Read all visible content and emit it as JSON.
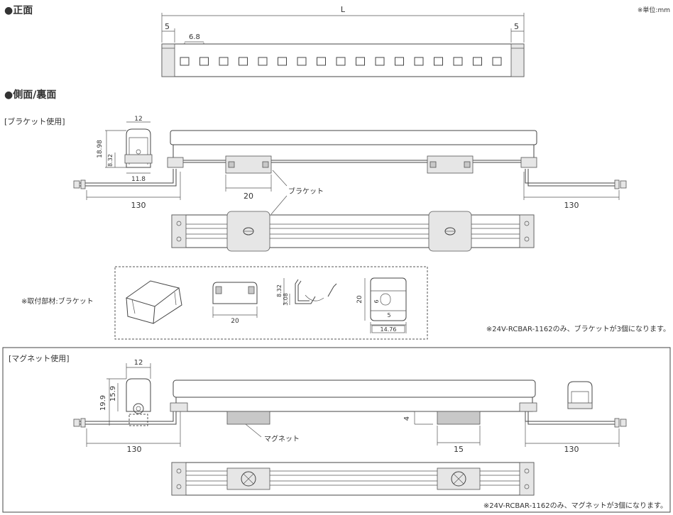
{
  "front": {
    "heading": "●正面",
    "unit_note": "※単位:mm",
    "dim_L": "L",
    "dim_left": "5",
    "dim_right": "5",
    "dim_pitch": "6.8"
  },
  "side": {
    "heading": "●側面/裏面"
  },
  "bracket_section": {
    "label": "[ブラケット使用]",
    "dim_width_top": "12",
    "dim_height": "18.98",
    "dim_inner": "8.32",
    "dim_width_bottom": "11.8",
    "dim_cable_left": "130",
    "dim_cable_right": "130",
    "dim_bracket_width": "20",
    "callout": "ブラケット"
  },
  "accessory": {
    "label": "※取付部材:ブラケット",
    "dim_front_width": "20",
    "dim_side_h1": "8.32",
    "dim_side_h2": "3.08",
    "dim_top_h": "20",
    "dim_hole": "6",
    "dim_hole_off": "5",
    "dim_top_w": "14.76"
  },
  "bracket_note": "※24V-RCBAR-1162のみ、ブラケットが3個になります。",
  "magnet_section": {
    "label": "[マグネット使用]",
    "dim_width_top": "12",
    "dim_height": "19.9",
    "dim_inner": "15.9",
    "dim_cable_left": "130",
    "dim_cable_right": "130",
    "dim_magnet_width": "15",
    "dim_gap": "4",
    "callout": "マグネット"
  },
  "magnet_note": "※24V-RCBAR-1162のみ、マグネットが3個になります。"
}
